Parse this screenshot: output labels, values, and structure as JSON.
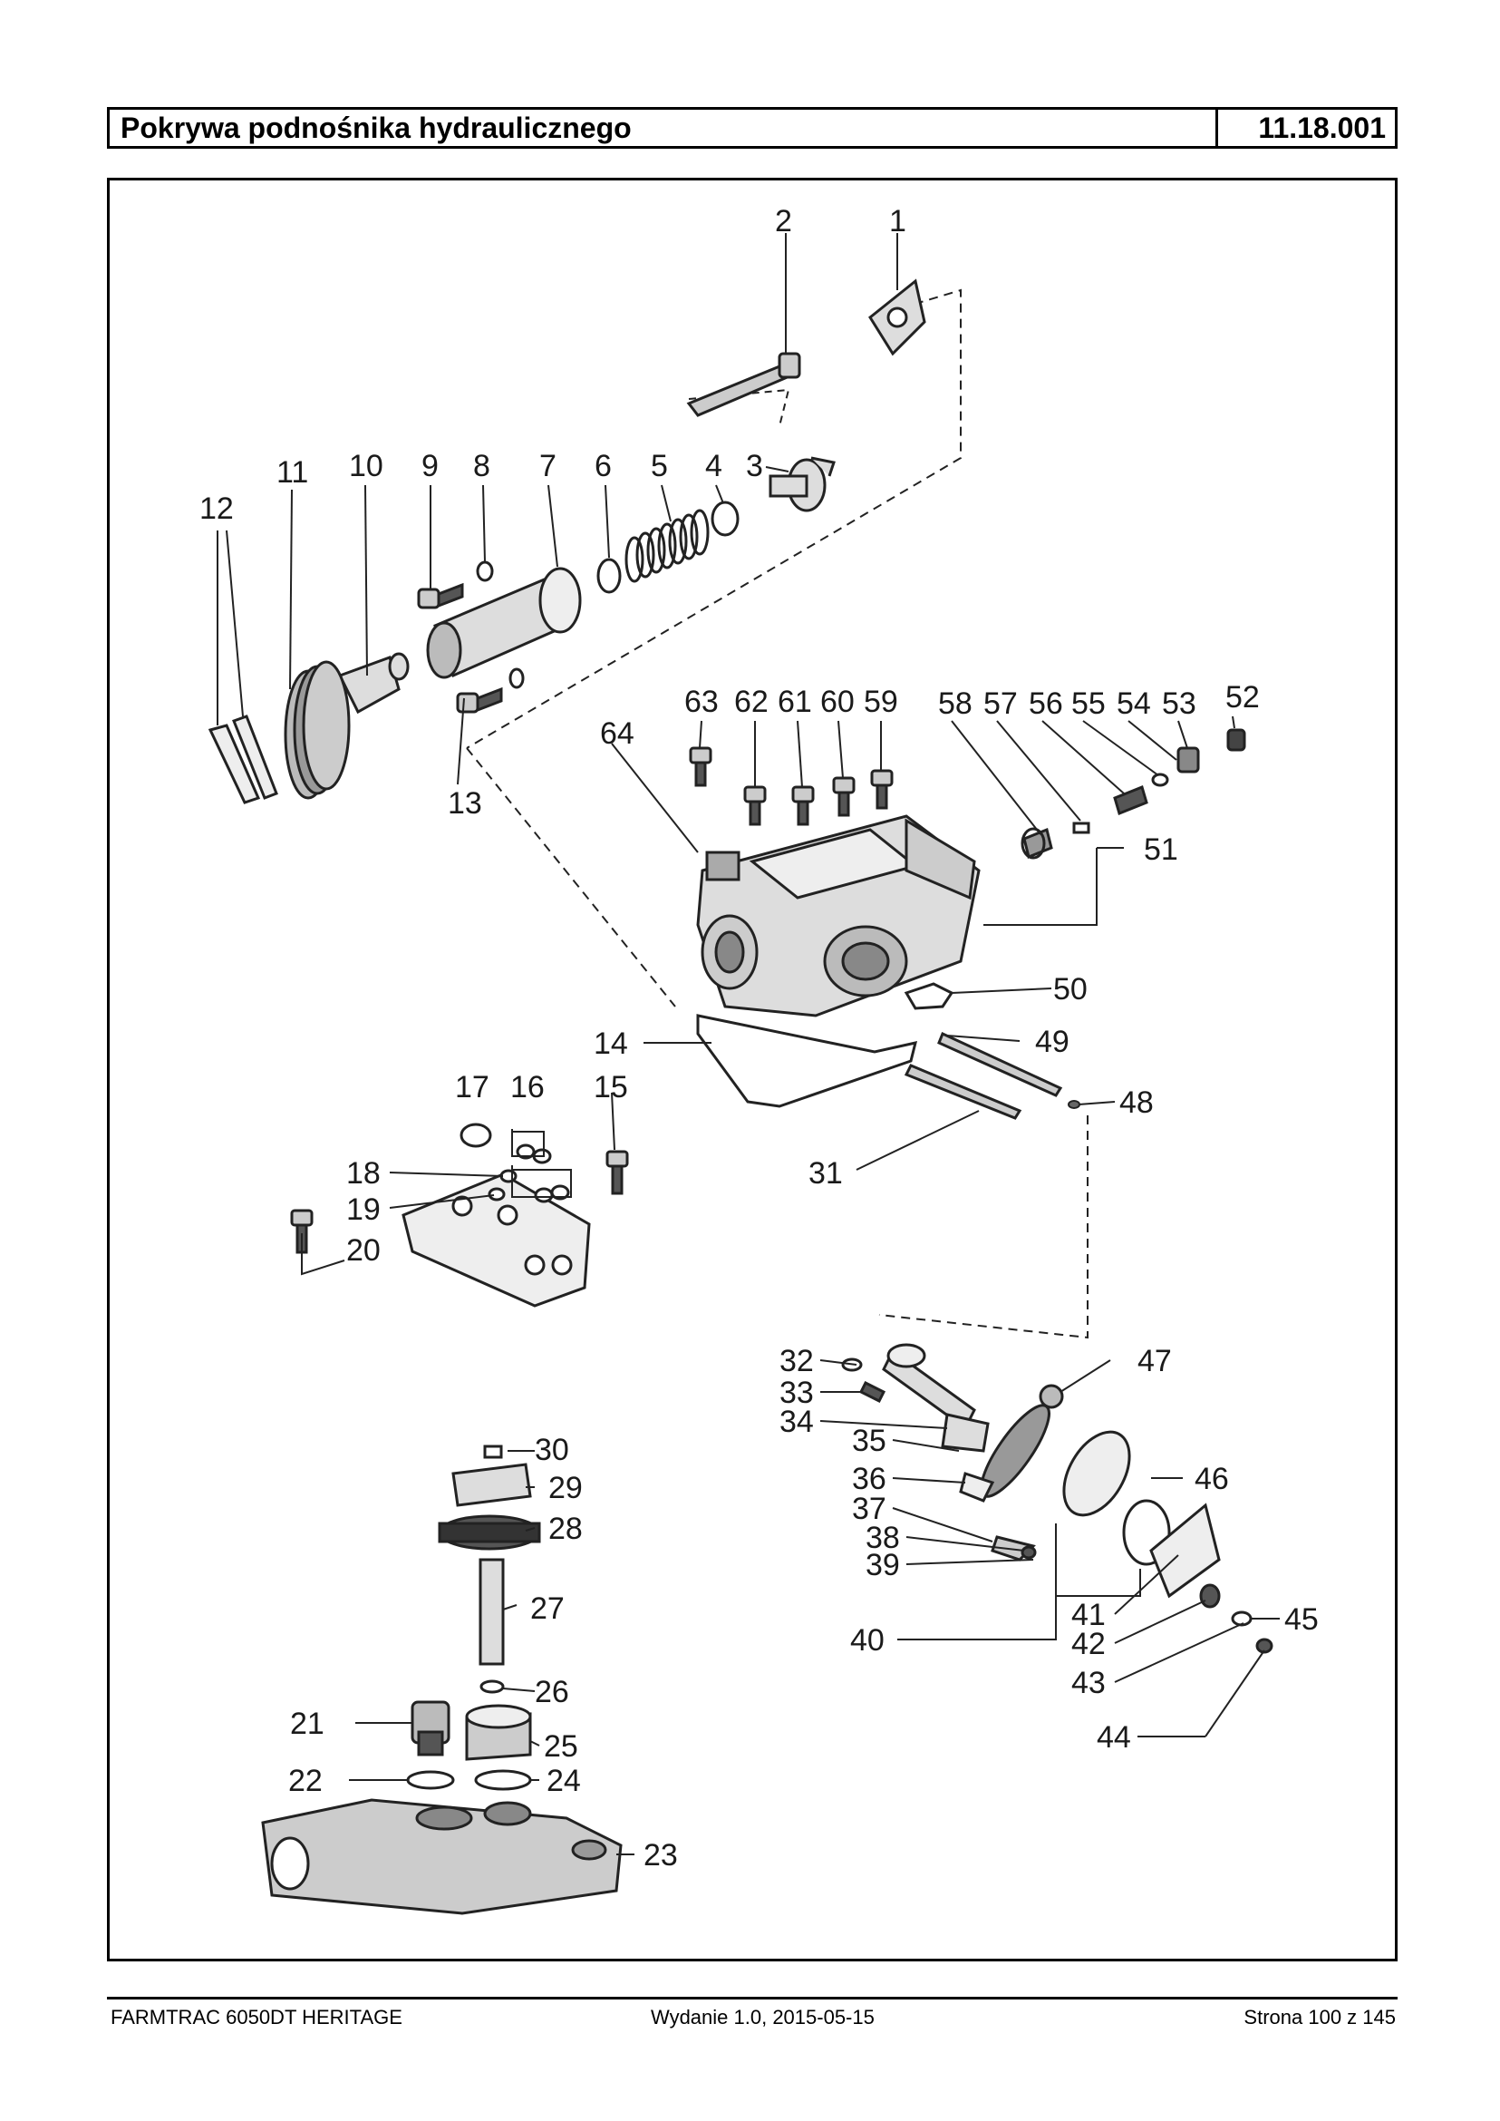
{
  "header": {
    "title": "Pokrywa podnośnika hydraulicznego",
    "code": "11.18.001"
  },
  "diagram": {
    "callouts": [
      "1",
      "2",
      "3",
      "4",
      "5",
      "6",
      "7",
      "8",
      "9",
      "10",
      "11",
      "12",
      "13",
      "14",
      "15",
      "16",
      "17",
      "18",
      "19",
      "20",
      "21",
      "22",
      "23",
      "24",
      "25",
      "26",
      "27",
      "28",
      "29",
      "30",
      "31",
      "32",
      "33",
      "34",
      "35",
      "36",
      "37",
      "38",
      "39",
      "40",
      "41",
      "42",
      "43",
      "44",
      "45",
      "46",
      "47",
      "48",
      "49",
      "50",
      "51",
      "52",
      "53",
      "54",
      "55",
      "56",
      "57",
      "58",
      "59",
      "60",
      "61",
      "62",
      "63",
      "64"
    ]
  },
  "footer": {
    "model": "FARMTRAC 6050DT HERITAGE",
    "edition": "Wydanie 1.0,  2015-05-15",
    "page": "Strona 100 z 145"
  }
}
